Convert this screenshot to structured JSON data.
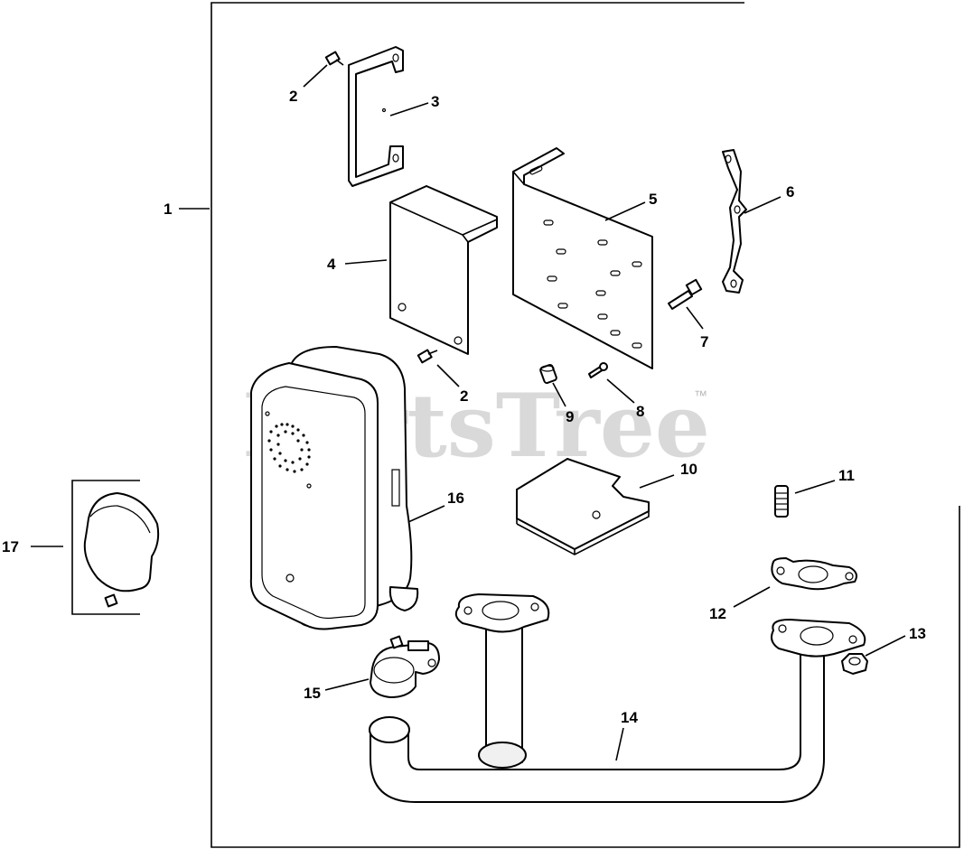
{
  "watermark": {
    "text": "PartsTree",
    "trademark": "™"
  },
  "callouts": {
    "c1": "1",
    "c2a": "2",
    "c2b": "2",
    "c3": "3",
    "c4": "4",
    "c5": "5",
    "c6": "6",
    "c7": "7",
    "c8": "8",
    "c9": "9",
    "c10": "10",
    "c11": "11",
    "c12": "12",
    "c13": "13",
    "c14": "14",
    "c15": "15",
    "c16": "16",
    "c17": "17"
  }
}
